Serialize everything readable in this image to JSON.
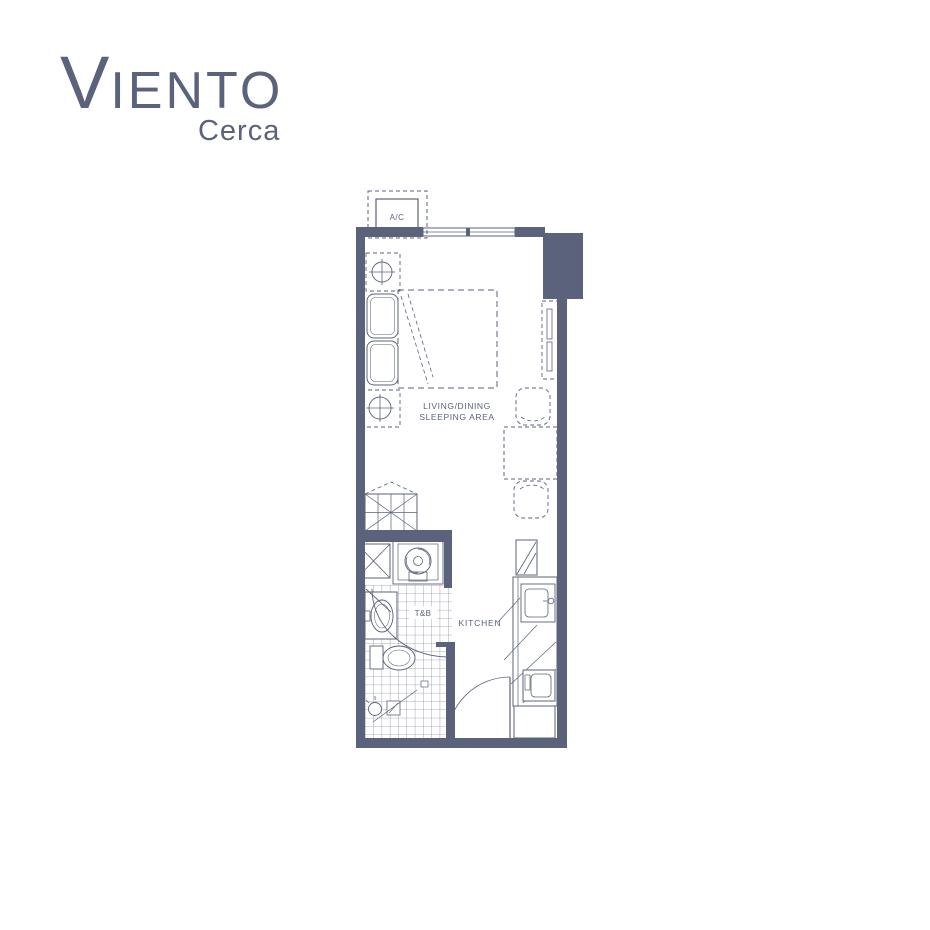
{
  "brand": {
    "name_initial": "V",
    "name_rest": "IENTO",
    "tagline": "Cerca"
  },
  "floor_plan": {
    "labels": {
      "ac_ledge": "A/C",
      "living_line1": "LIVING/DINING",
      "living_line2": "SLEEPING AREA",
      "toilet_bath": "T&B",
      "kitchen": "KITCHEN"
    },
    "colors": {
      "line": "#5b627b",
      "background": "#ffffff"
    }
  }
}
